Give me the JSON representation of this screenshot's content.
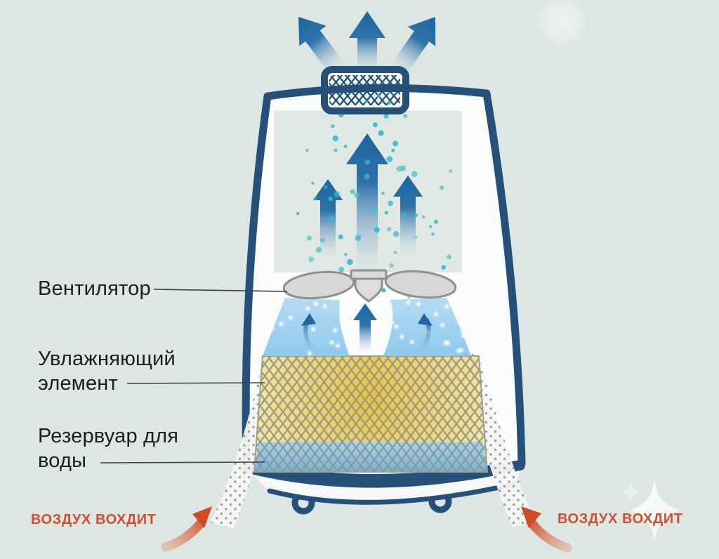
{
  "labels": {
    "fan": "Вентилятор",
    "element_line1": "Увлажняющий",
    "element_line2": "элемент",
    "reservoir_line1": "Резервуар для",
    "reservoir_line2": "воды",
    "air_in_left": "ВОЗДУХ ВОХДИТ",
    "air_in_right": "ВОЗДУХ ВОХДИТ"
  },
  "colors": {
    "background": "#dde6e2",
    "device_outline": "#24507a",
    "arrow_blue": "#1c65a1",
    "mist_cyan": "#3bbcd2",
    "fan_gray": "#d6d7d6",
    "mist_plume_blue": "#9fd2ef",
    "element_yellow": "#eec43a",
    "element_yellow_light": "#f6ecb1",
    "element_grid_gray": "#8e968c",
    "water_blue": "#7fc0e2",
    "air_in_red": "#cd5130",
    "label_text": "#1d1d1b"
  },
  "icons": {
    "top_arrows": "air-out-arrows",
    "inner_arrows": "mist-rise-arrows",
    "bottom_arrows": "air-intake-arrows",
    "sparkle": "sparkle-star"
  }
}
